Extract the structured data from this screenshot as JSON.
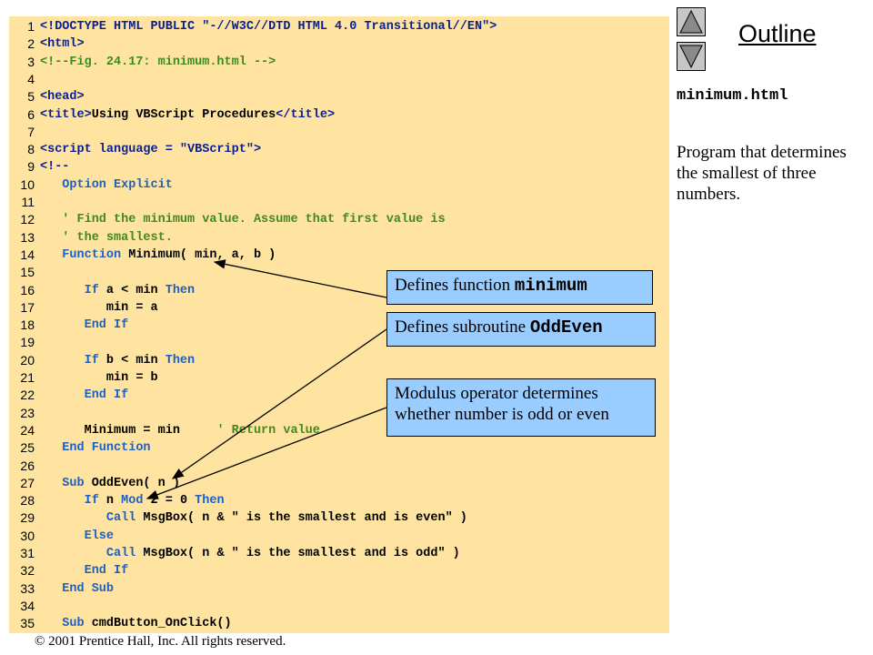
{
  "outline": {
    "title": "Outline",
    "file_name": "minimum.html",
    "description": "Program that determines the smallest of three numbers."
  },
  "nav": {
    "up_icon": "up-triangle-icon",
    "down_icon": "down-triangle-icon"
  },
  "callouts": {
    "minimum": {
      "text": "Defines function ",
      "code": "minimum"
    },
    "oddeven": {
      "text": "Defines subroutine ",
      "code": "OddEven"
    },
    "modulus": {
      "text": "Modulus operator determines whether number is odd or even"
    }
  },
  "copyright": "© 2001 Prentice Hall, Inc.  All rights reserved.",
  "colors": {
    "code_bg": "#fee4a0",
    "callout_bg": "#99ccff",
    "keyword": "#1f5fbf",
    "comment": "#3f8a1f",
    "markup": "#0b1f8f"
  },
  "code_lines": [
    {
      "n": "1",
      "segs": [
        {
          "t": "<!DOCTYPE HTML PUBLIC \"-//W3C//DTD HTML 4.0 Transitional//EN\">",
          "c": "navy"
        }
      ]
    },
    {
      "n": "2",
      "segs": [
        {
          "t": "<html>",
          "c": "navy"
        }
      ]
    },
    {
      "n": "3",
      "segs": [
        {
          "t": "<!--Fig. 24.17: minimum.html -->",
          "c": "green"
        }
      ]
    },
    {
      "n": "4",
      "segs": []
    },
    {
      "n": "5",
      "segs": [
        {
          "t": "<head>",
          "c": "navy"
        }
      ]
    },
    {
      "n": "6",
      "segs": [
        {
          "t": "<title>",
          "c": "navy"
        },
        {
          "t": "Using VBScript Procedures",
          "c": "black"
        },
        {
          "t": "</title>",
          "c": "navy"
        }
      ]
    },
    {
      "n": "7",
      "segs": []
    },
    {
      "n": "8",
      "segs": [
        {
          "t": "<script language = \"VBScript\">",
          "c": "navy"
        }
      ]
    },
    {
      "n": "9",
      "segs": [
        {
          "t": "<!--",
          "c": "navy"
        }
      ]
    },
    {
      "n": "10",
      "segs": [
        {
          "t": "   Option Explicit",
          "c": "blue"
        }
      ]
    },
    {
      "n": "11",
      "segs": []
    },
    {
      "n": "12",
      "segs": [
        {
          "t": "   ' Find the minimum value. Assume that first value is",
          "c": "green"
        }
      ]
    },
    {
      "n": "13",
      "segs": [
        {
          "t": "   ' the smallest.",
          "c": "green"
        }
      ]
    },
    {
      "n": "14",
      "segs": [
        {
          "t": "   Function",
          "c": "blue"
        },
        {
          "t": " Minimum( min, a, b )",
          "c": "black"
        }
      ]
    },
    {
      "n": "15",
      "segs": []
    },
    {
      "n": "16",
      "segs": [
        {
          "t": "      If",
          "c": "blue"
        },
        {
          "t": " a < min ",
          "c": "black"
        },
        {
          "t": "Then",
          "c": "blue"
        }
      ]
    },
    {
      "n": "17",
      "segs": [
        {
          "t": "         min = a",
          "c": "black"
        }
      ]
    },
    {
      "n": "18",
      "segs": [
        {
          "t": "      End If",
          "c": "blue"
        }
      ]
    },
    {
      "n": "19",
      "segs": []
    },
    {
      "n": "20",
      "segs": [
        {
          "t": "      If",
          "c": "blue"
        },
        {
          "t": " b < min ",
          "c": "black"
        },
        {
          "t": "Then",
          "c": "blue"
        }
      ]
    },
    {
      "n": "21",
      "segs": [
        {
          "t": "         min = b",
          "c": "black"
        }
      ]
    },
    {
      "n": "22",
      "segs": [
        {
          "t": "      End If",
          "c": "blue"
        }
      ]
    },
    {
      "n": "23",
      "segs": []
    },
    {
      "n": "24",
      "segs": [
        {
          "t": "      Minimum = min     ",
          "c": "black"
        },
        {
          "t": "' Return value",
          "c": "green"
        }
      ]
    },
    {
      "n": "25",
      "segs": [
        {
          "t": "   End Function",
          "c": "blue"
        }
      ]
    },
    {
      "n": "26",
      "segs": []
    },
    {
      "n": "27",
      "segs": [
        {
          "t": "   Sub",
          "c": "blue"
        },
        {
          "t": " OddEven( n )",
          "c": "black"
        }
      ]
    },
    {
      "n": "28",
      "segs": [
        {
          "t": "      If",
          "c": "blue"
        },
        {
          "t": " n ",
          "c": "black"
        },
        {
          "t": "Mod",
          "c": "blue"
        },
        {
          "t": " 2 = 0 ",
          "c": "black"
        },
        {
          "t": "Then",
          "c": "blue"
        }
      ]
    },
    {
      "n": "29",
      "segs": [
        {
          "t": "         Call",
          "c": "blue"
        },
        {
          "t": " MsgBox( n & \" is the smallest and is even\" )",
          "c": "black"
        }
      ]
    },
    {
      "n": "30",
      "segs": [
        {
          "t": "      Else",
          "c": "blue"
        }
      ]
    },
    {
      "n": "31",
      "segs": [
        {
          "t": "         Call",
          "c": "blue"
        },
        {
          "t": " MsgBox( n & \" is the smallest and is odd\" )",
          "c": "black"
        }
      ]
    },
    {
      "n": "32",
      "segs": [
        {
          "t": "      End If",
          "c": "blue"
        }
      ]
    },
    {
      "n": "33",
      "segs": [
        {
          "t": "   End Sub",
          "c": "blue"
        }
      ]
    },
    {
      "n": "34",
      "segs": []
    },
    {
      "n": "35",
      "segs": [
        {
          "t": "   Sub",
          "c": "blue"
        },
        {
          "t": " cmdButton_OnClick()",
          "c": "black"
        }
      ]
    }
  ]
}
